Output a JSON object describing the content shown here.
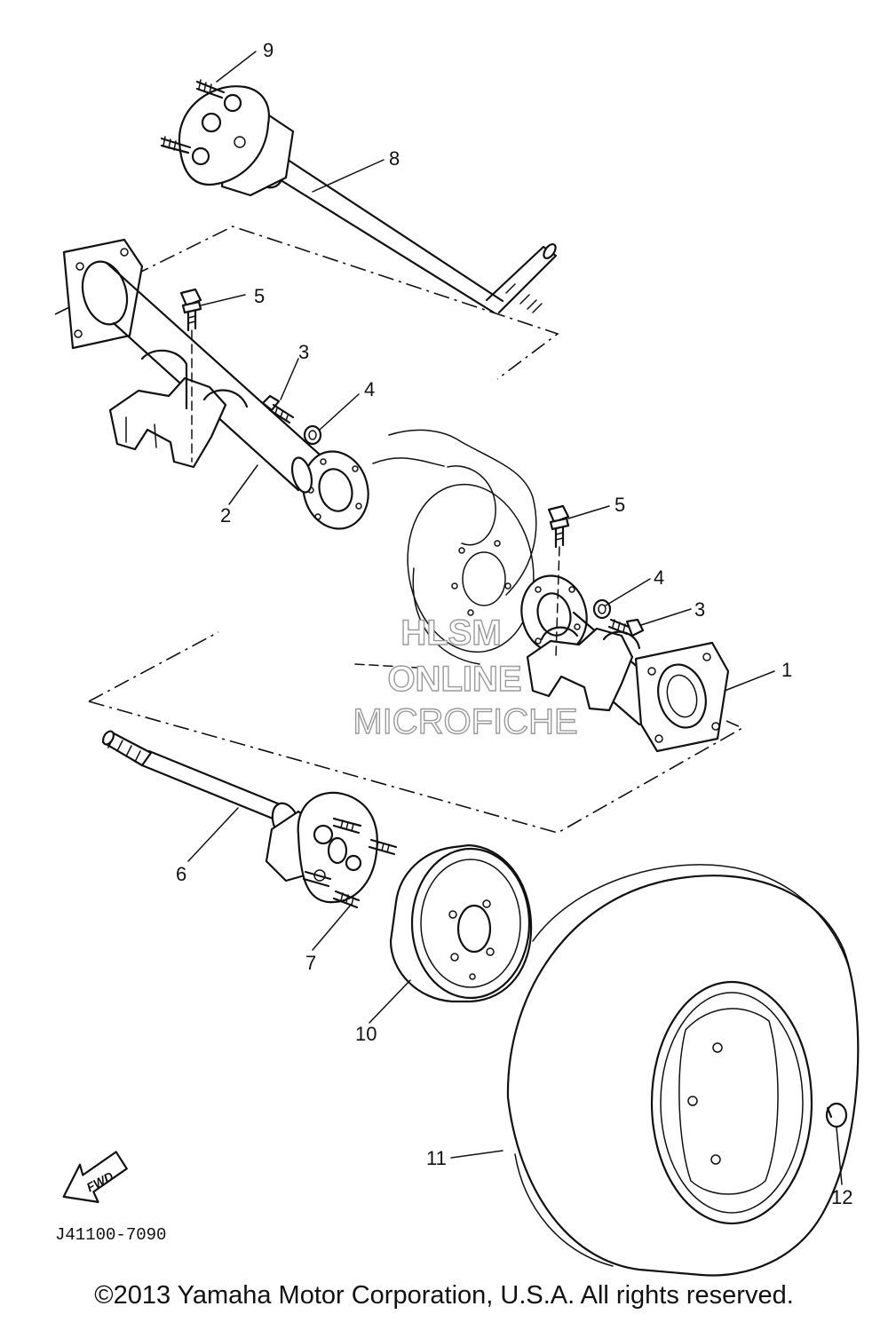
{
  "callouts": {
    "c1": "1",
    "c2": "2",
    "c3a": "3",
    "c3b": "3",
    "c4a": "4",
    "c4b": "4",
    "c5a": "5",
    "c5b": "5",
    "c6": "6",
    "c7": "7",
    "c8": "8",
    "c9": "9",
    "c10": "10",
    "c11": "11",
    "c12": "12"
  },
  "arrow_label": "FWD",
  "diagram_code": "J41100-7090",
  "watermark": {
    "line1": "HLSM",
    "line2": "ONLINE",
    "line3": "MICROFICHE"
  },
  "copyright": "©2013 Yamaha Motor Corporation, U.S.A. All rights reserved."
}
